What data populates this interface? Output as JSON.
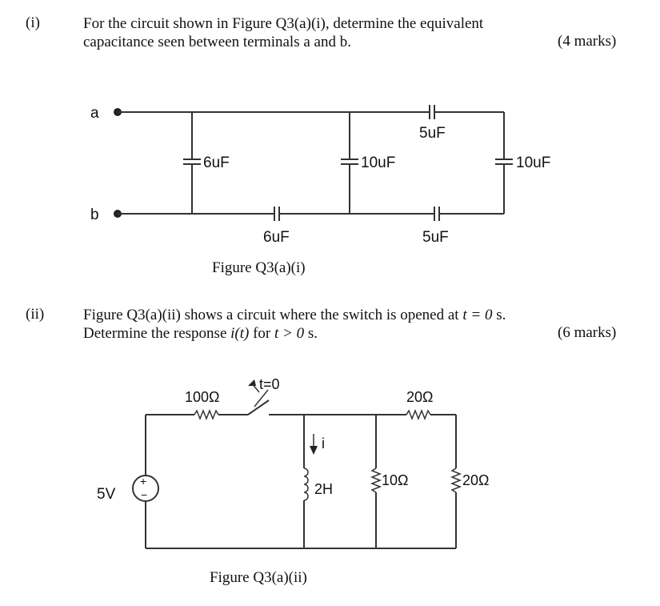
{
  "part1": {
    "number": "(i)",
    "line1": "For the circuit shown in Figure Q3(a)(i), determine the equivalent",
    "line2": "capacitance seen between terminals a and b.",
    "marks": "(4 marks)",
    "figure_caption": "Figure Q3(a)(i)",
    "circuit": {
      "terminal_a": "a",
      "terminal_b": "b",
      "cap_shunt_1": "6uF",
      "cap_series_bottom_1": "6uF",
      "cap_shunt_2": "10uF",
      "cap_series_top": "5uF",
      "cap_series_bottom_2": "5uF",
      "cap_shunt_3": "10uF"
    }
  },
  "part2": {
    "number": "(ii)",
    "line1_pre": "Figure Q3(a)(ii) shows a circuit where the switch is opened at ",
    "line1_math": "t = 0",
    "line1_post": " s.",
    "line2_pre": "Determine the response ",
    "line2_math1": "i(t)",
    "line2_mid": " for ",
    "line2_math2": "t > 0",
    "line2_post": " s.",
    "marks": "(6 marks)",
    "figure_caption": "Figure Q3(a)(ii)",
    "circuit": {
      "source": "5V",
      "source_plus": "+",
      "source_minus": "−",
      "r_series": "100Ω",
      "switch": "t=0",
      "current": "i",
      "inductor": "2H",
      "r_top": "20Ω",
      "r_shunt_1": "10Ω",
      "r_shunt_2": "20Ω"
    }
  }
}
